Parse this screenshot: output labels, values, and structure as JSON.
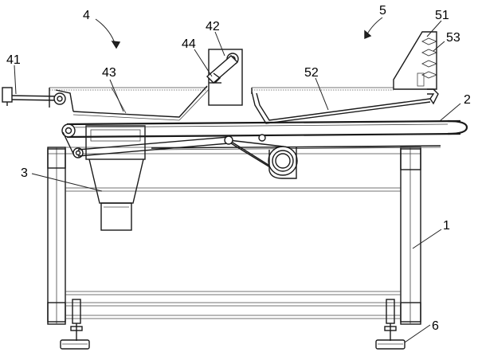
{
  "diagram": {
    "labels": {
      "l1": "1",
      "l2": "2",
      "l3": "3",
      "l4": "4",
      "l41": "41",
      "l42": "42",
      "l43": "43",
      "l44": "44",
      "l5": "5",
      "l51": "51",
      "l52": "52",
      "l53": "53",
      "l6": "6"
    }
  }
}
